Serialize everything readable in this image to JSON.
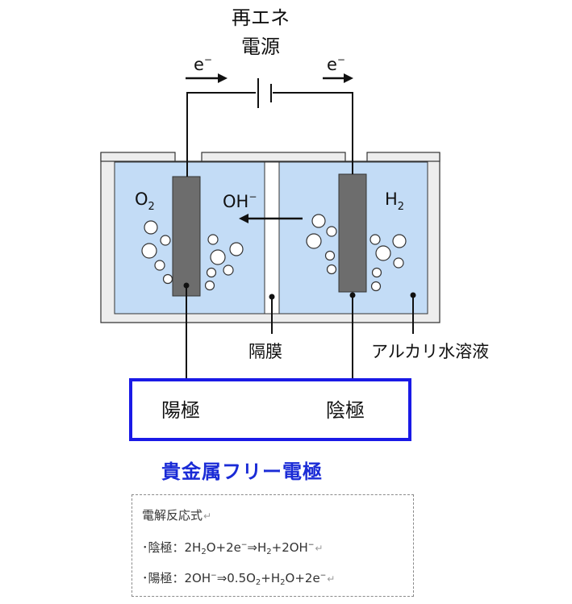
{
  "power_source": {
    "line1": "再エネ",
    "line2": "電源"
  },
  "electron_left": {
    "base": "e",
    "sup": "−"
  },
  "electron_right": {
    "base": "e",
    "sup": "−"
  },
  "oxygen": {
    "base": "O",
    "sub": "2"
  },
  "hydrogen": {
    "base": "H",
    "sub": "2"
  },
  "hydroxide": {
    "base": "OH",
    "sup": "−"
  },
  "membrane_label": "隔膜",
  "solution_label": "アルカリ水溶液",
  "anode_label": "陽極",
  "cathode_label": "陰極",
  "electrode_title": "貴金属フリー電極",
  "reactions": {
    "title": "電解反応式",
    "cathode": {
      "prefix": "･陰極：2H",
      "p2": "O+2e",
      "p3": "⇒H",
      "p4": "+2OH"
    },
    "anode": {
      "prefix": "･陽極：2OH",
      "p2": "⇒0.5O",
      "p3": "+H",
      "p4": "O+2e"
    },
    "return_mark": "↵",
    "sub2": "2",
    "supminus": "−"
  },
  "colors": {
    "electrolyte": "#c3dcf6",
    "electrode": "#6d6d6d",
    "frame": "#ececec",
    "accent": "#1a1ae6"
  }
}
